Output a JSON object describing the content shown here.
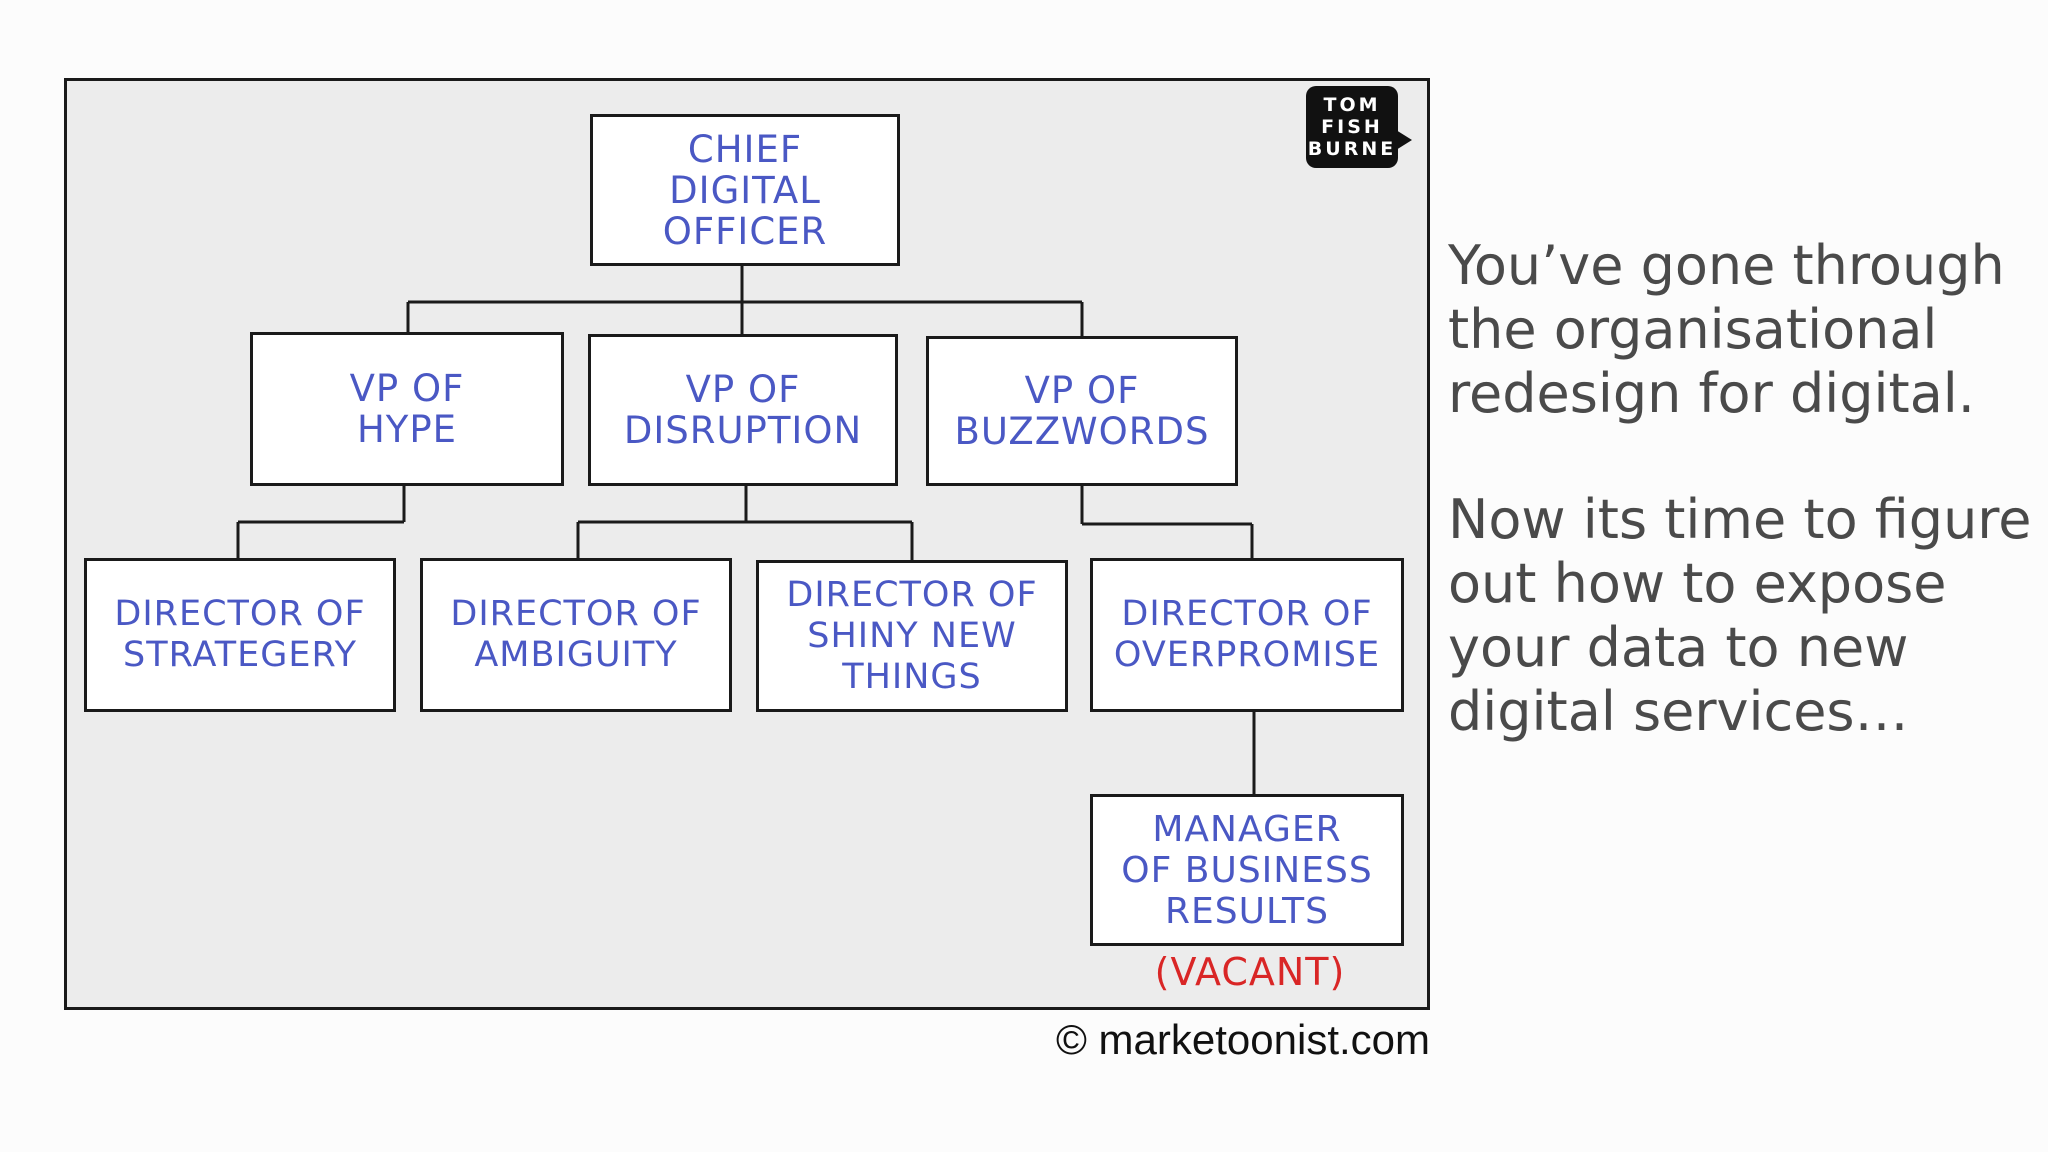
{
  "org_chart": {
    "root": {
      "lines": [
        "CHIEF",
        "DIGITAL",
        "OFFICER"
      ]
    },
    "vps": [
      {
        "lines": [
          "VP OF",
          "HYPE"
        ]
      },
      {
        "lines": [
          "VP OF",
          "DISRUPTION"
        ]
      },
      {
        "lines": [
          "VP OF",
          "BUZZWORDS"
        ]
      }
    ],
    "directors": [
      {
        "lines": [
          "DIRECTOR OF",
          "STRATEGERY"
        ]
      },
      {
        "lines": [
          "DIRECTOR OF",
          "AMBIGUITY"
        ]
      },
      {
        "lines": [
          "DIRECTOR OF",
          "SHINY NEW",
          "THINGS"
        ]
      },
      {
        "lines": [
          "DIRECTOR OF",
          "OVERPROMISE"
        ]
      }
    ],
    "manager": {
      "lines": [
        "MANAGER",
        "OF BUSINESS",
        "RESULTS"
      ]
    },
    "vacant_label": "(VACANT)"
  },
  "logo": {
    "lines": [
      "TOM",
      "FISH",
      "BURNE"
    ]
  },
  "credit": "© marketoonist.com",
  "side_text": {
    "paragraph1": [
      "You’ve gone through",
      "the organisational",
      "redesign for digital."
    ],
    "paragraph2": [
      "Now its time to figure",
      "out how to expose",
      "your data to new",
      "digital services…"
    ]
  },
  "colors": {
    "box_text": "#4a58c4",
    "vacant": "#d92626",
    "panel": "#ececec",
    "side_text": "#4a4a4a"
  }
}
